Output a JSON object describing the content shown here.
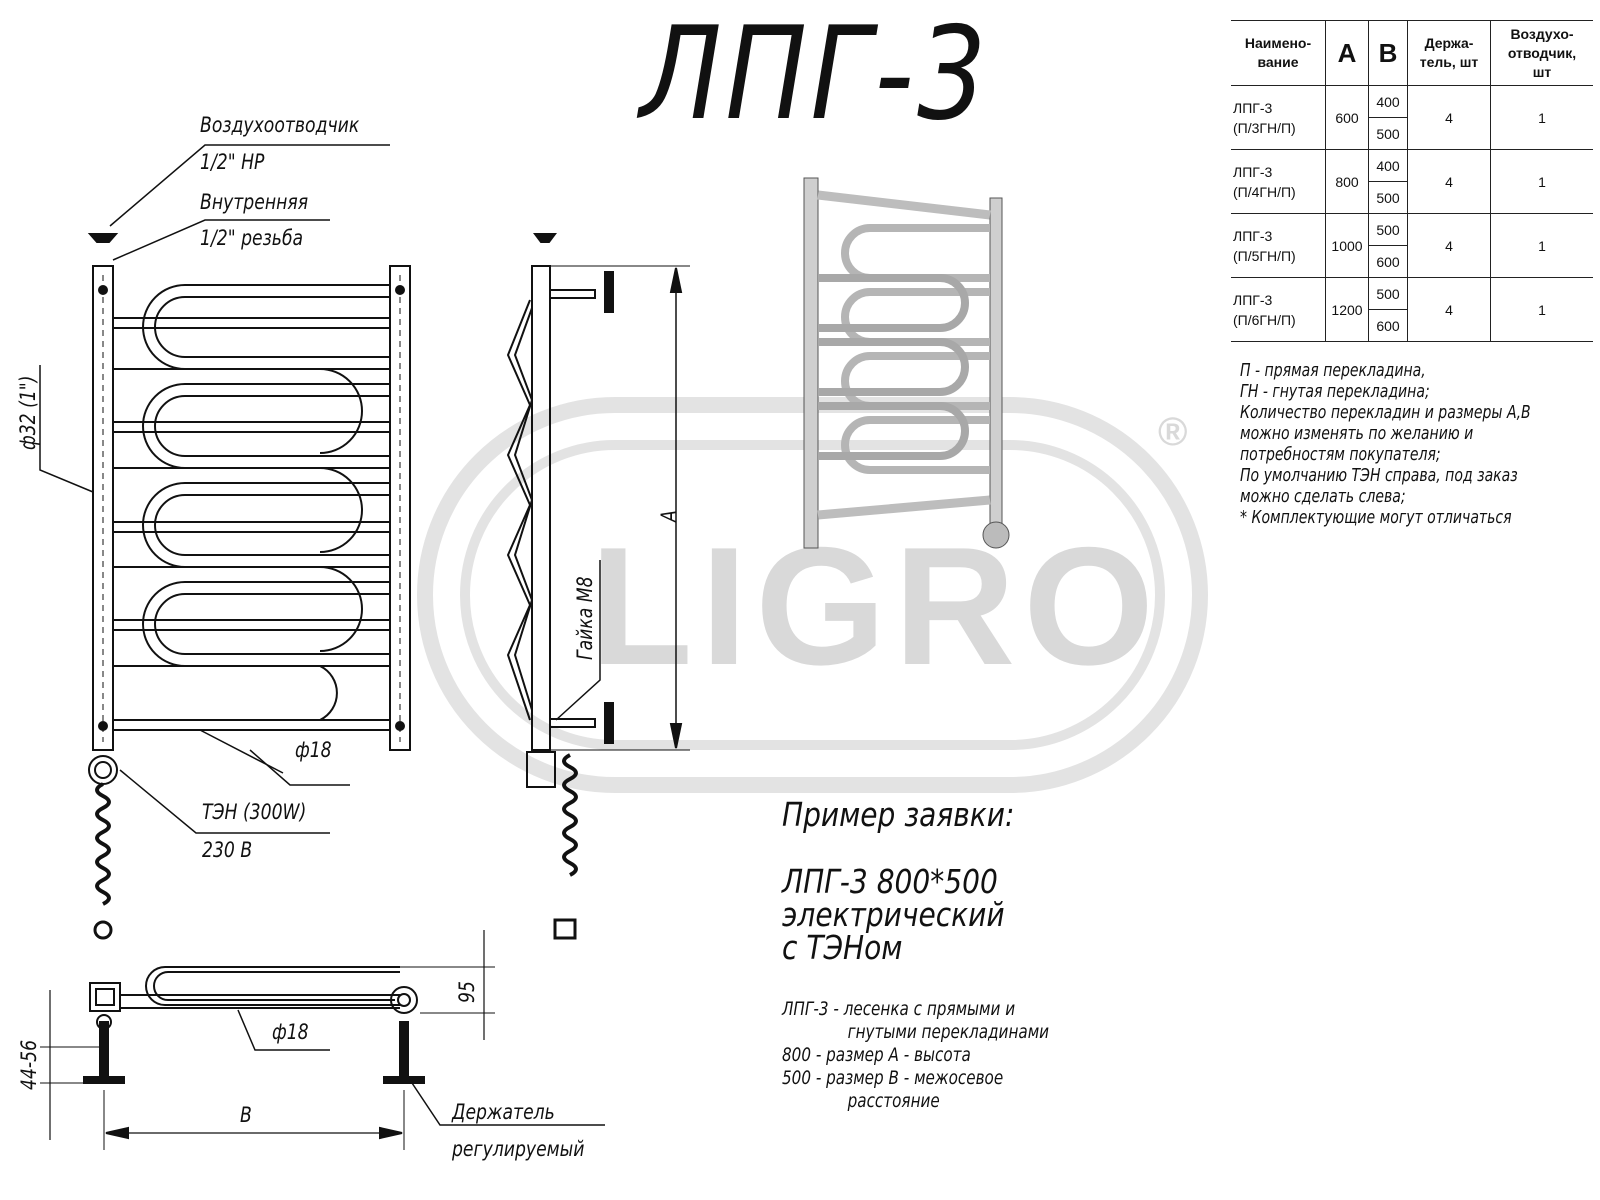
{
  "title": "ЛПГ-3",
  "watermark": {
    "text": "LIGRO",
    "registered": "®"
  },
  "labels": {
    "air_vent": "Воздухоотводчик",
    "air_vent_thread": "1/2\" НР",
    "inner": "Внутренняя",
    "inner_thread": "1/2\" резьба",
    "pipe_dia": "ф32 (1\")",
    "rung_dia": "ф18",
    "heater": "ТЭН (300W)",
    "voltage": "230 В",
    "dim_a": "А",
    "nut": "Гайка М8",
    "depth": "95",
    "rung_dia_bottom": "ф18",
    "holder_range": "44-56",
    "dim_b": "В",
    "holder": "Держатель",
    "holder_2": "регулируемый"
  },
  "table": {
    "headers": [
      "Наимено-\nвание",
      "А",
      "В",
      "Держа-\nтель, шт",
      "Воздухо-\nотводчик,\nшт"
    ],
    "rows": [
      {
        "name": "ЛПГ-3\n(П/3ГН/П)",
        "a": "600",
        "b": [
          "400",
          "500"
        ],
        "holders": "4",
        "vents": "1"
      },
      {
        "name": "ЛПГ-3\n(П/4ГН/П)",
        "a": "800",
        "b": [
          "400",
          "500"
        ],
        "holders": "4",
        "vents": "1"
      },
      {
        "name": "ЛПГ-3\n(П/5ГН/П)",
        "a": "1000",
        "b": [
          "500",
          "600"
        ],
        "holders": "4",
        "vents": "1"
      },
      {
        "name": "ЛПГ-3\n(П/6ГН/П)",
        "a": "1200",
        "b": [
          "500",
          "600"
        ],
        "holders": "4",
        "vents": "1"
      }
    ]
  },
  "notes": [
    "П - прямая перекладина,",
    "ГН - гнутая перекладина;",
    "Количество перекладин и размеры А,В",
    "можно изменять по желанию и",
    "потребностям покупателя;",
    "По умолчанию ТЭН справа, под заказ",
    "можно сделать слева;",
    "* Комплектующие могут отличаться"
  ],
  "order": {
    "heading": "Пример заявки:",
    "lines": [
      "ЛПГ-3 800*500",
      "электрический",
      "с ТЭНом"
    ]
  },
  "legend": [
    "ЛПГ-3 - лесенка с прямыми и",
    "гнутыми перекладинами",
    "800 -    размер А - высота",
    "500 -    размер В - межосевое",
    "расстояние"
  ]
}
